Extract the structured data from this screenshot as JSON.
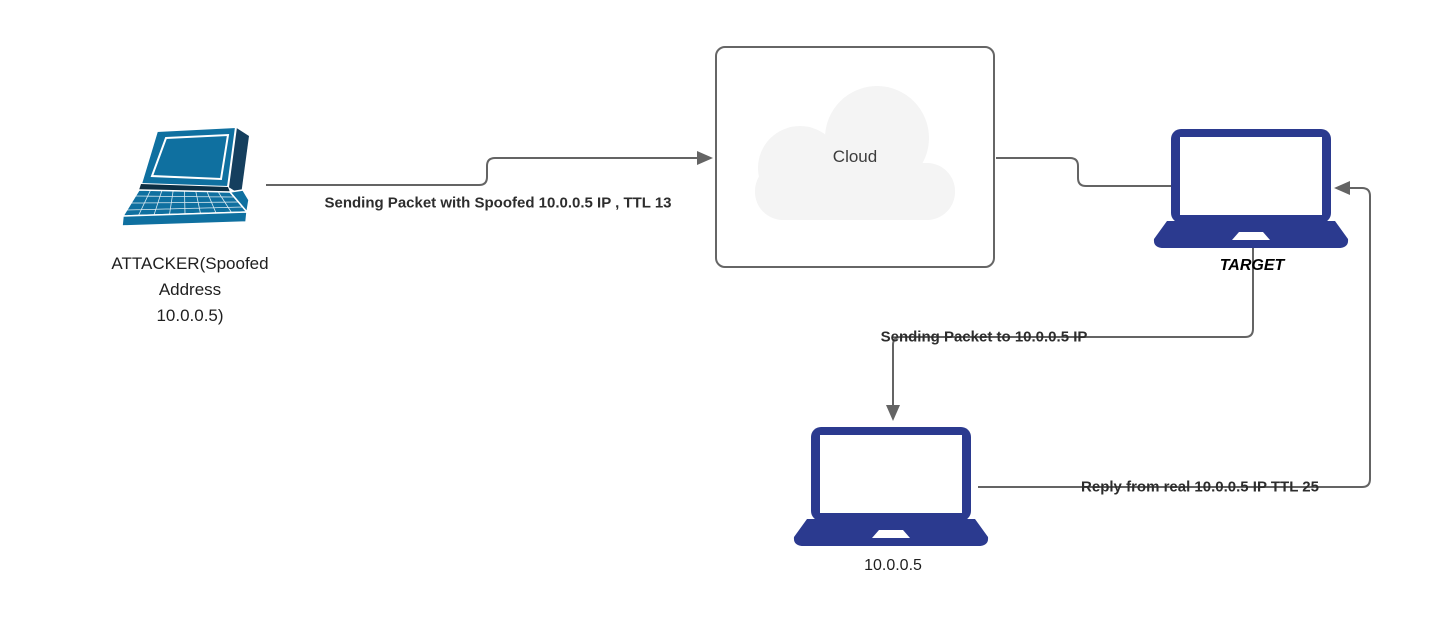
{
  "diagram": {
    "nodes": {
      "attacker": {
        "icon": "laptop-perspective-icon",
        "label_lines": [
          "ATTACKER(Spoofed",
          "Address",
          "10.0.0.5)"
        ]
      },
      "cloud": {
        "label": "Cloud"
      },
      "target": {
        "icon": "laptop-front-icon",
        "label": "TARGET"
      },
      "real_host": {
        "icon": "laptop-front-icon",
        "label": "10.0.0.5"
      }
    },
    "edges": {
      "attacker_to_cloud": {
        "from": "attacker",
        "to": "cloud",
        "label": "Sending Packet with Spoofed 10.0.0.5 IP , TTL 13",
        "arrowhead": "right"
      },
      "cloud_to_target": {
        "from": "cloud",
        "to": "target",
        "arrowhead": "none"
      },
      "target_to_real_host": {
        "from": "target",
        "to": "real_host",
        "label": "Sending Packet to 10.0.0.5 IP",
        "arrowhead": "down"
      },
      "real_host_to_target": {
        "from": "real_host",
        "to": "target",
        "label": "Reply from real 10.0.0.5 IP TTL 25",
        "arrowhead": "left"
      }
    },
    "colors": {
      "connector": "#646464",
      "box_border": "#666666",
      "cloud_fill": "#f4f4f4",
      "laptop_navy": "#2b3a8f",
      "laptop_teal": "#0f70a0",
      "laptop_teal_dark": "#153f5e",
      "label_text": "#2d2d2d"
    }
  }
}
